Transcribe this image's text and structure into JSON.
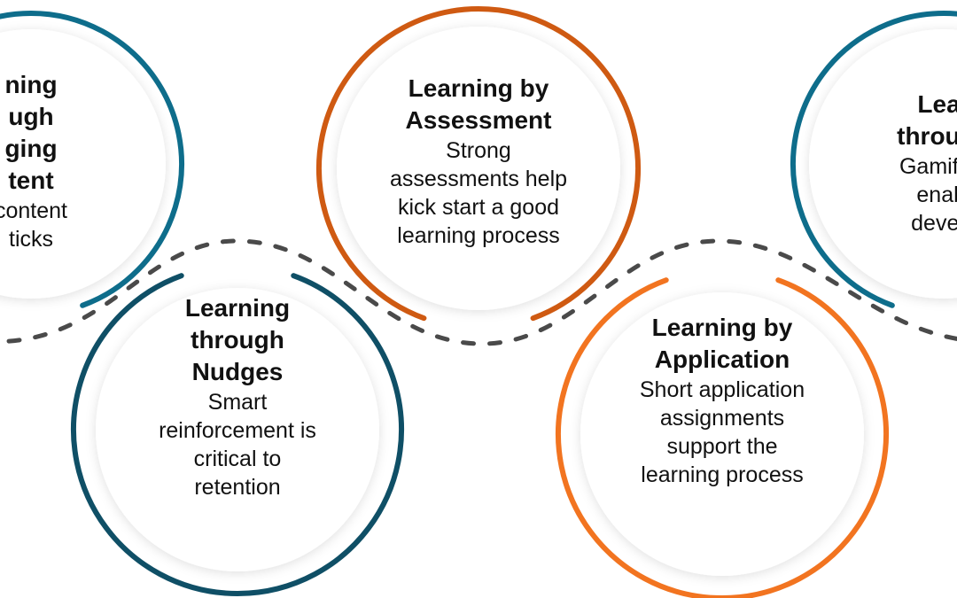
{
  "stages": [
    {
      "title_lines": [
        "ning",
        "ugh",
        "ging",
        "tent"
      ],
      "desc_lines": [
        "content",
        "ticks"
      ],
      "color": "#0e6d8b"
    },
    {
      "title_lines": [
        "Learning",
        "through",
        "Nudges"
      ],
      "desc_lines": [
        "Smart",
        "reinforcement is",
        "critical to",
        "retention"
      ],
      "color": "#0f4f66"
    },
    {
      "title_lines": [
        "Learning by",
        "Assessment"
      ],
      "desc_lines": [
        "Strong",
        "assessments help",
        "kick start a good",
        "learning process"
      ],
      "color": "#cf5a12"
    },
    {
      "title_lines": [
        "Learning by",
        "Application"
      ],
      "desc_lines": [
        "Short application",
        "assignments",
        "support the",
        "learning process"
      ],
      "color": "#f27420"
    },
    {
      "title_lines": [
        "Lear",
        "through"
      ],
      "desc_lines": [
        "Gamified",
        "enabl",
        "develo"
      ],
      "color": "#0e6d8b"
    }
  ],
  "connector_color": "#4a4a4a"
}
